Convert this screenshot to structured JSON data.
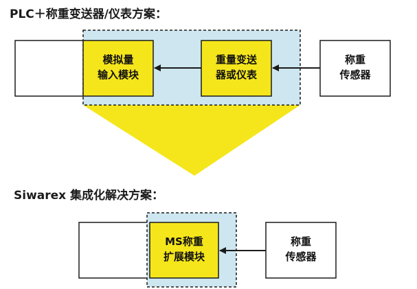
{
  "section_plc": {
    "heading": "PLC＋称重变送器/仪表方案：",
    "analog_module": {
      "line1": "模拟量",
      "line2": "输入模块"
    },
    "transmitter": {
      "line1": "重量变送",
      "line2": "器或仪表"
    },
    "sensor": {
      "line1": "称重",
      "line2": "传感器"
    }
  },
  "section_siwarex": {
    "heading": "Siwarex 集成化解决方案：",
    "ms_module": {
      "line1": "MS称重",
      "line2": "扩展模块"
    },
    "sensor": {
      "line1": "称重",
      "line2": "传感器"
    }
  },
  "colors": {
    "yellow_fill": "#f5e61c",
    "light_blue_fill": "#cde6ef",
    "border": "#1a1a1a",
    "arrow_yellow": "#f5e61c"
  }
}
